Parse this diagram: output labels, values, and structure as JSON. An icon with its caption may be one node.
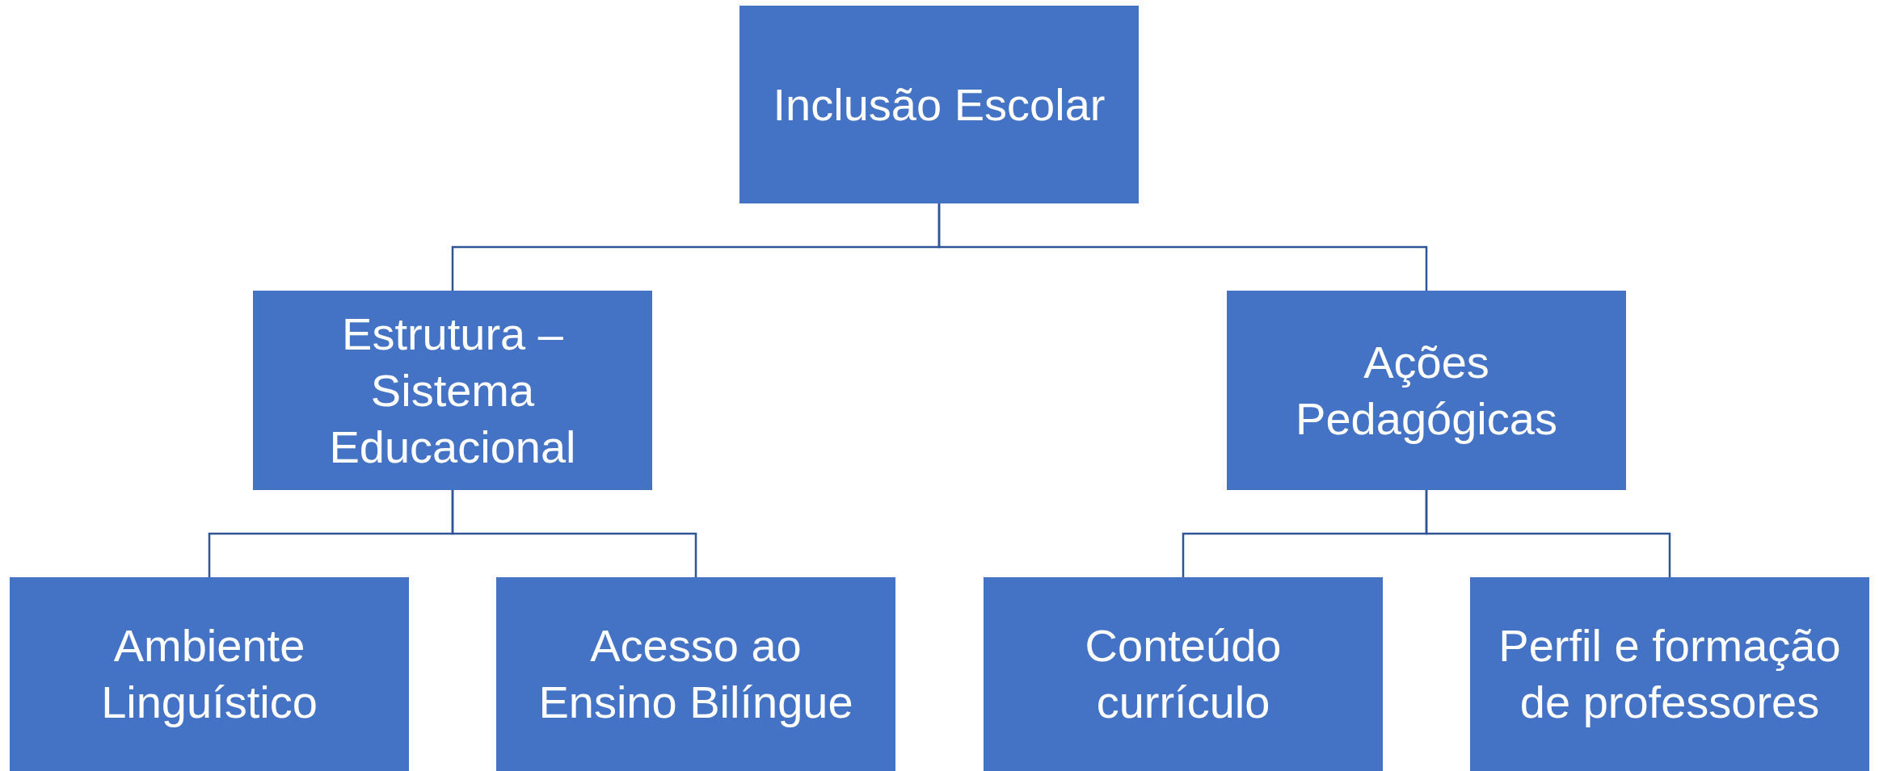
{
  "diagram": {
    "nodes": [
      {
        "text": [
          "Inclusão Escolar"
        ]
      },
      {
        "text": [
          "Estrutura – Sistema Educacional"
        ]
      },
      {
        "text": [
          "Ações Pedagógicas"
        ]
      },
      {
        "text": [
          "Ambiente Linguístico"
        ]
      },
      {
        "text": [
          "Acesso ao Ensino Bilíngue"
        ]
      },
      {
        "text": [
          "Conteúdo currículo"
        ]
      },
      {
        "text": [
          "Perfil e formação de professores"
        ]
      }
    ],
    "edges": [
      {
        "from": 0,
        "to": 1,
        "arrow": "none"
      },
      {
        "from": 0,
        "to": 2,
        "arrow": "none"
      },
      {
        "from": 1,
        "to": 3,
        "arrow": "none"
      },
      {
        "from": 1,
        "to": 4,
        "arrow": "none"
      },
      {
        "from": 2,
        "to": 5,
        "arrow": "none"
      },
      {
        "from": 2,
        "to": 6,
        "arrow": "none"
      }
    ]
  }
}
